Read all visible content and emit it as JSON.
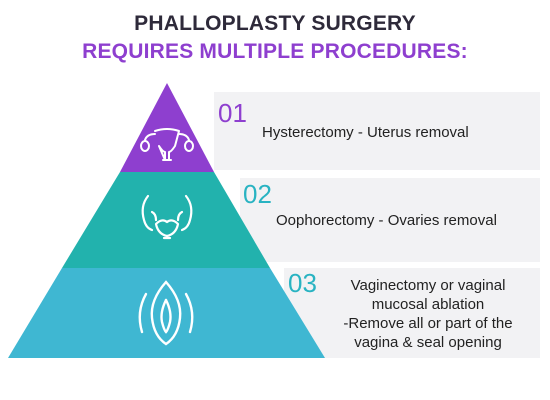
{
  "title": {
    "line1": "PHALLOPLASTY SURGERY",
    "line2": "REQUIRES MULTIPLE PROCEDURES:"
  },
  "colors": {
    "purple": "#8e3fcf",
    "teal_dark": "#1fb0ac",
    "teal_light": "#3fb6d3",
    "title_dark": "#2e2a3a"
  },
  "steps": [
    {
      "number": "01",
      "label": "Hysterectomy - Uterus removal",
      "icon": "uterus-icon"
    },
    {
      "number": "02",
      "label": "Oophorectomy - Ovaries removal",
      "icon": "ovaries-pelvis-icon"
    },
    {
      "number": "03",
      "lines": [
        "Vaginectomy or vaginal",
        "mucosal ablation",
        "-Remove all or part of the",
        "vagina & seal opening"
      ],
      "icon": "vulva-icon"
    }
  ]
}
